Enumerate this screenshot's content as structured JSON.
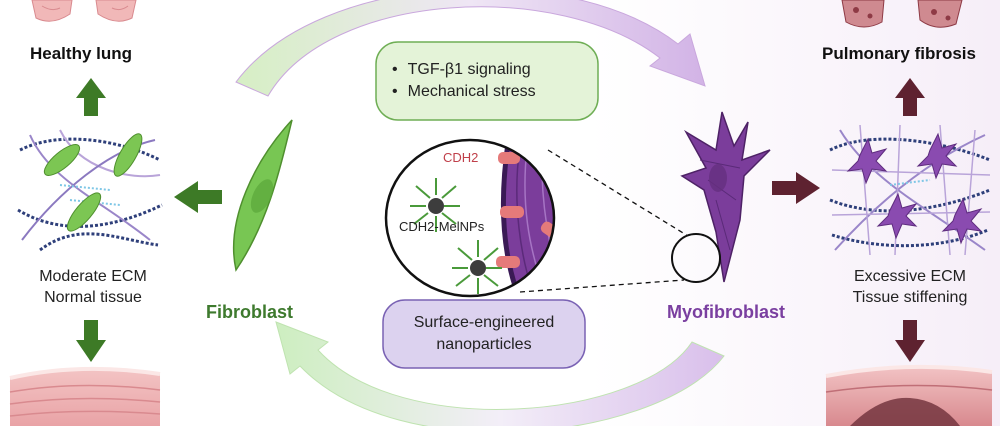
{
  "left": {
    "top_title": "Healthy lung",
    "ecm_lines": [
      "Moderate ECM",
      "Normal tissue"
    ],
    "cell_label": "Fibroblast",
    "color": "#3e7a2e"
  },
  "right": {
    "top_title": "Pulmonary fibrosis",
    "ecm_lines": [
      "Excessive ECM",
      "Tissue stiffening"
    ],
    "cell_label": "Myofibroblast",
    "color": "#7a3fa0"
  },
  "center": {
    "stimuli": [
      "TGF-β1 signaling",
      "Mechanical stress"
    ],
    "zoom": {
      "receptor_label": "CDH2",
      "nanoparticle_label": "CDH2-MelNPs"
    },
    "intervention": [
      "Surface-engineered",
      "nanoparticles"
    ]
  },
  "colors": {
    "green_arrow": "#3d7a26",
    "maroon_arrow": "#5e2230",
    "purple_cell": "#7b3d9b",
    "green_cell": "#6fbf4a",
    "receptor": "#e57a7a",
    "nanoparticle_core": "#3d3d3d",
    "ligand": "#4a9a3a"
  },
  "icons": [
    "healthy-lung-icon",
    "fibrotic-lung-icon",
    "arrow-up-icon",
    "arrow-down-icon",
    "arrow-left-icon",
    "arrow-right-icon",
    "cycle-arrow-icon",
    "nanoparticle-icon"
  ]
}
